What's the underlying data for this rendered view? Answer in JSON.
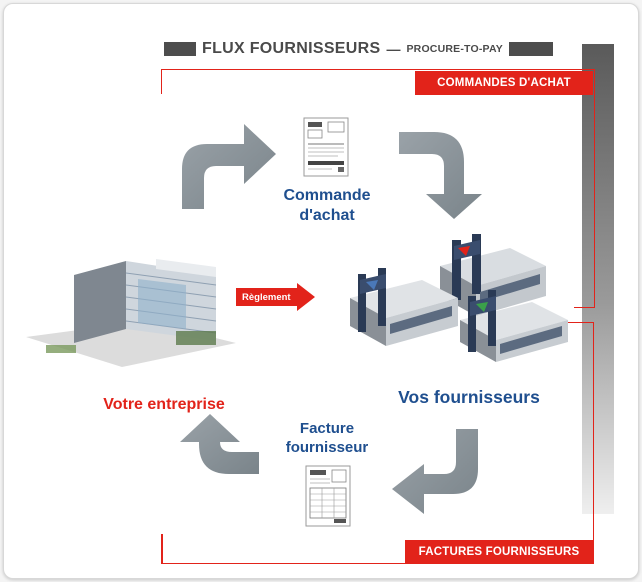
{
  "title": {
    "main": "FLUX FOURNISSEURS",
    "separator": "—",
    "sub": "PROCURE-TO-PAY"
  },
  "badges": {
    "orders": "COMMANDES D'ACHAT",
    "invoices": "FACTURES FOURNISSEURS"
  },
  "labels": {
    "purchase_order": "Commande\nd'achat",
    "suppliers": "Vos fournisseurs",
    "company": "Votre entreprise",
    "supplier_invoice": "Facture\nfournisseur",
    "payment": "Règlement"
  },
  "icons": {
    "purchase_order": "purchase-order-document-icon",
    "invoice": "invoice-document-icon",
    "company_building": "office-building-icon",
    "supplier_stores": "supplier-store-icon"
  },
  "colors": {
    "accent_red": "#e2231a",
    "label_blue": "#1f4f8f",
    "arrow_grey": "#8d969c",
    "title_grey": "#4a4a4a"
  }
}
